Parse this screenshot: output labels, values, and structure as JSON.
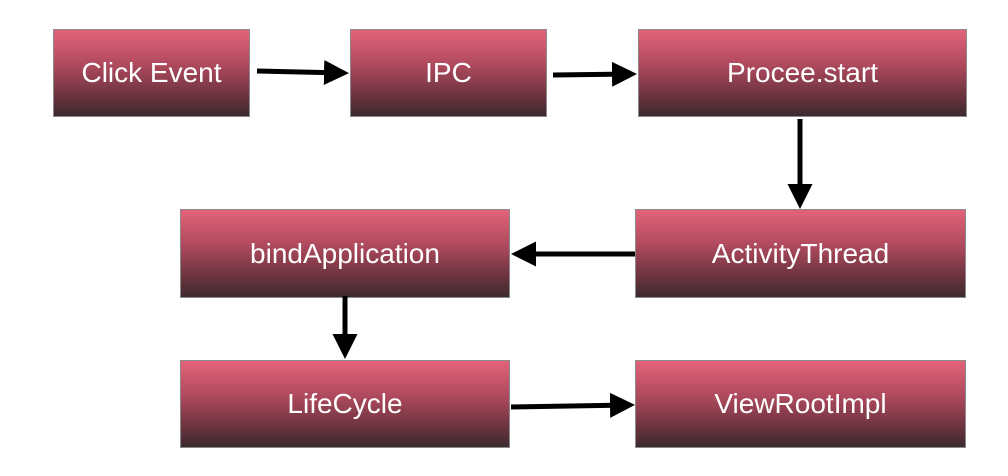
{
  "nodes": {
    "click_event": "Click Event",
    "ipc": "IPC",
    "process_start": "Procee.start",
    "activity_thread": "ActivityThread",
    "bind_application": "bindApplication",
    "lifecycle": "LifeCycle",
    "view_root_impl": "ViewRootImpl"
  },
  "colors": {
    "node_top": "#e3637a",
    "node_bottom": "#3c2a2e",
    "arrow": "#000000",
    "text": "#ffffff"
  }
}
